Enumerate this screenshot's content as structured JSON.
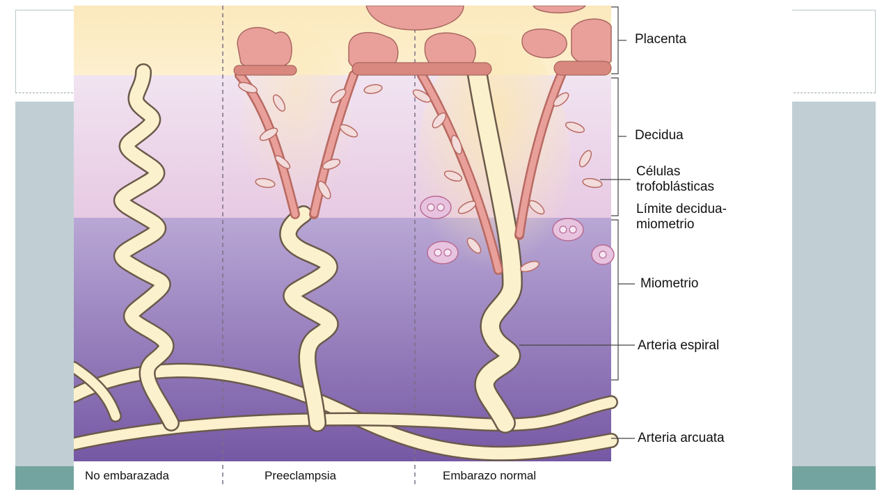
{
  "diagram": {
    "right_labels": {
      "placenta": "Placenta",
      "decidua": "Decidua",
      "trophoblast_line1": "Células",
      "trophoblast_line2": "trofoblásticas",
      "boundary_line1": "Límite decidua-",
      "boundary_line2": "miometrio",
      "myometrium": "Miometrio",
      "spiral_artery": "Arteria espiral",
      "arcuate_artery": "Arteria arcuata"
    },
    "columns": [
      {
        "caption": "No embarazada"
      },
      {
        "caption": "Preeclampsia"
      },
      {
        "caption": "Embarazo normal"
      }
    ],
    "colors": {
      "placenta_zone": "#fbe9bd",
      "decidua_zone": "#eedcee",
      "myometrium_top": "#b7a4d3",
      "myometrium_bottom": "#7a5fa8",
      "artery": "#fbf1cd",
      "artery_outline": "#6b5a4a",
      "trophoblast": "#d9887f",
      "placenta_mass": "#e9a09a"
    }
  }
}
